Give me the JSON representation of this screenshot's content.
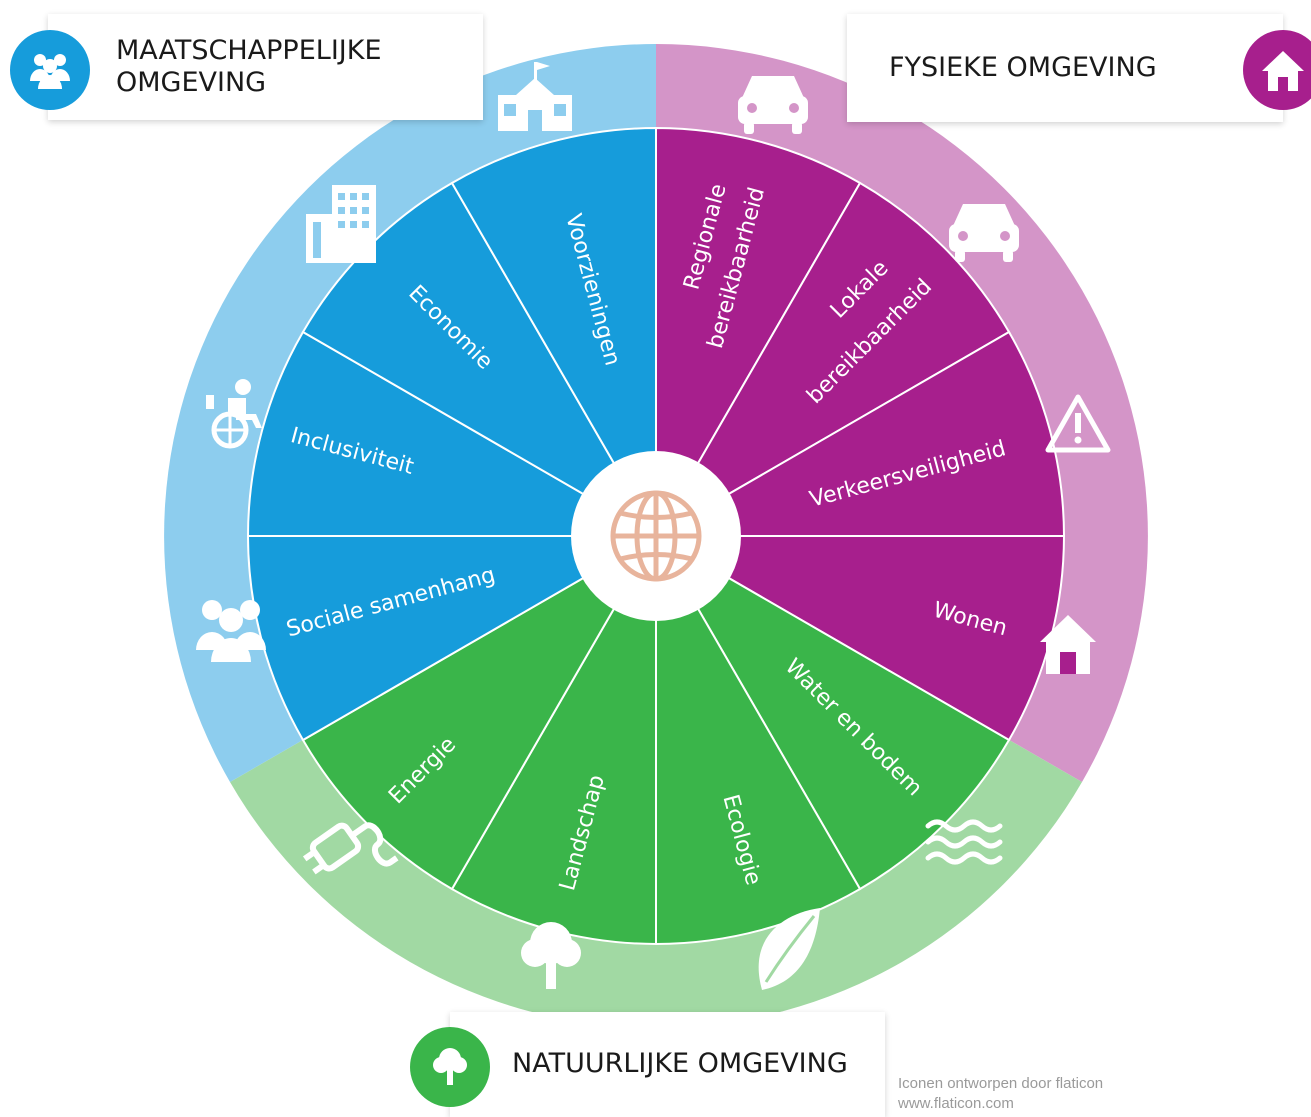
{
  "colors": {
    "blue_inner": "#169cdb",
    "blue_outer": "#8dcdee",
    "purple_inner": "#a71f8d",
    "purple_outer": "#d495c8",
    "green_inner": "#3ab54a",
    "green_outer": "#a1d9a3",
    "globe": "#e8b49c"
  },
  "categories": {
    "maatschappelijk": {
      "label_line1": "MAATSCHAPPELIJKE",
      "label_line2": "OMGEVING",
      "icon": "people-icon"
    },
    "fysiek": {
      "label": "FYSIEKE OMGEVING",
      "icon": "house-icon"
    },
    "natuurlijk": {
      "label": "NATUURLIJKE OMGEVING",
      "icon": "tree-icon"
    }
  },
  "segments": {
    "voorzieningen": "Voorzieningen",
    "economie": "Economie",
    "inclusiviteit": "Inclusiviteit",
    "sociale_samenhang": "Sociale samenhang",
    "regionale_l1": "Regionale",
    "regionale_l2": "bereikbaarheid",
    "lokale_l1": "Lokale",
    "lokale_l2": "bereikbaarheid",
    "verkeersveiligheid": "Verkeersveiligheid",
    "wonen": "Wonen",
    "water_en_bodem": "Water en bodem",
    "ecologie": "Ecologie",
    "landschap": "Landschap",
    "energie": "Energie"
  },
  "outer_icons": [
    "school-icon",
    "office-building-icon",
    "wheelchair-icon",
    "people-icon",
    "car-icon",
    "car-icon",
    "warning-icon",
    "house-icon",
    "waves-icon",
    "leaf-icon",
    "tree-icon",
    "plug-icon"
  ],
  "center_icon": "globe-icon",
  "credit": {
    "line1": "Iconen ontworpen door flaticon",
    "line2": "www.flaticon.com"
  }
}
